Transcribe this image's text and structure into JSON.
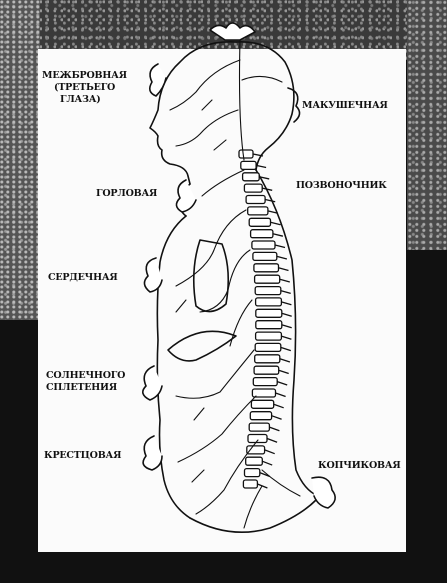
{
  "labels": {
    "mezhbrovnaya": "МЕЖБРОВНАЯ",
    "tretego_glaza_1": "(ТРЕТЬЕГО",
    "tretego_glaza_2": "ГЛАЗА)",
    "makushechnaya": "МАКУШЕЧНАЯ",
    "gorlovaya": "ГОРЛОВАЯ",
    "pozvonochnik": "ПОЗВОНОЧНИК",
    "serdechnaya": "СЕРДЕЧНАЯ",
    "solnechnogo_1": "СОЛНЕЧНОГО",
    "solnechnogo_2": "СПЛЕТЕНИЯ",
    "krestsovaya": "КРЕСТЦОВАЯ",
    "kopchikovaya": "КОПЧИКОВАЯ"
  },
  "colors": {
    "ink": "#111111",
    "paper": "#fbfbfb",
    "frame": "#111111"
  }
}
